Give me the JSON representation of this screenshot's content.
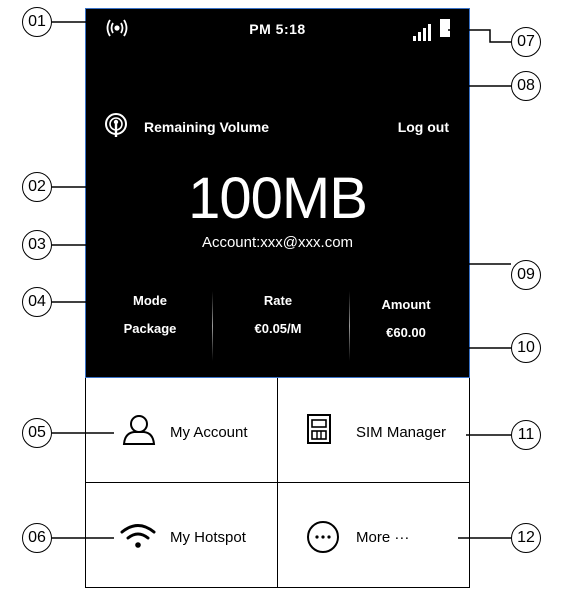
{
  "status_bar": {
    "time": "PM 5:18",
    "hotspot_icon": "hotspot-broadcast-icon",
    "signal_icon": "signal-bars-icon",
    "battery_icon": "battery-icon"
  },
  "header": {
    "remaining_volume_label": "Remaining Volume",
    "logout_label": "Log out"
  },
  "volume": "100MB",
  "account": "Account:xxx@xxx.com",
  "stats": {
    "mode_title": "Mode",
    "mode_value": "Package",
    "rate_title": "Rate",
    "rate_value": "€0.05/M",
    "amount_title": "Amount",
    "amount_value": "€60.00"
  },
  "menu": {
    "my_account": "My Account",
    "sim_manager": "SIM Manager",
    "my_hotspot": "My Hotspot",
    "more": "More ···"
  },
  "callouts": [
    "01",
    "02",
    "03",
    "04",
    "05",
    "06",
    "07",
    "08",
    "09",
    "10",
    "11",
    "12"
  ],
  "colors": {
    "screen_bg": "#000000",
    "screen_border": "#3a73c8",
    "text_on_screen": "#ffffff"
  }
}
